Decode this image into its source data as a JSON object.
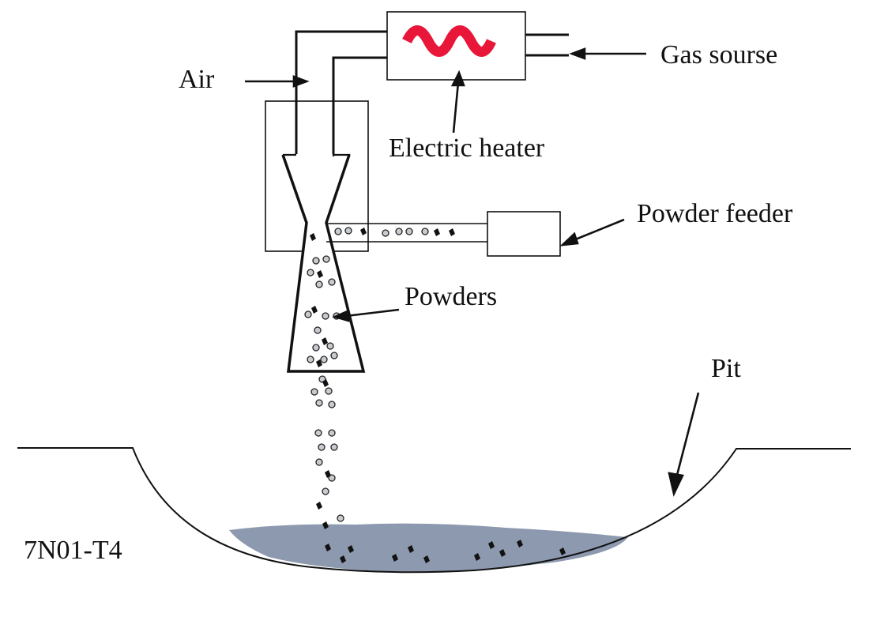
{
  "labels": {
    "air": "Air",
    "gas_source": "Gas sourse",
    "electric_heater": "Electric heater",
    "powder_feeder": "Powder feeder",
    "powders": "Powders",
    "pit": "Pit",
    "substrate": "7N01-T4"
  },
  "colors": {
    "line": "#111111",
    "heater_coil": "#e8173a",
    "deposit": "#8d99ae",
    "particle_fill": "#c8cbd0"
  },
  "icons": {
    "heater": "heating-coil-icon"
  }
}
